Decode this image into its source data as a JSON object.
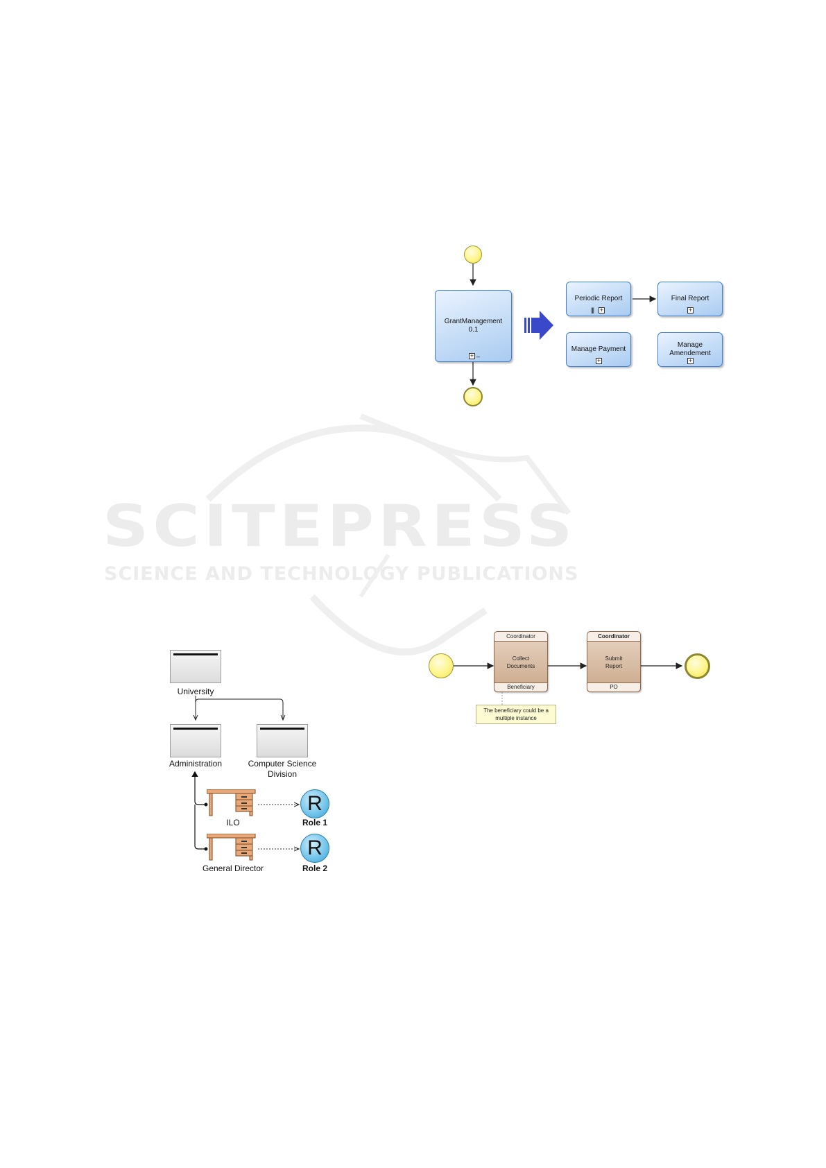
{
  "watermark": {
    "title": "SCITEPRESS",
    "subtitle": "SCIENCE AND TECHNOLOGY PUBLICATIONS"
  },
  "colors": {
    "task_border": "#3e7fd1",
    "arrow_blue": "#3a49c9",
    "event_yellow": "#fff58a",
    "role_task_brown": "#caa88a",
    "desk_orange": "#e9a877",
    "role_circle_blue": "#6fc3ea"
  },
  "grant_diagram": {
    "main_task": "GrantManagement 0.1",
    "tasks": [
      {
        "label": "Periodic Report",
        "markers": [
          "multi-instance",
          "collapsed"
        ]
      },
      {
        "label": "Final Report",
        "markers": [
          "collapsed"
        ]
      },
      {
        "label": "Manage Payment",
        "markers": [
          "collapsed"
        ]
      },
      {
        "label": "Manage Amendement",
        "markers": [
          "collapsed"
        ]
      }
    ],
    "icons": [
      "start-event",
      "end-event",
      "expand-arrow"
    ]
  },
  "org_diagram": {
    "units": [
      {
        "label": "University"
      },
      {
        "label": "Administration"
      },
      {
        "label": "Computer Science Division"
      }
    ],
    "positions": [
      {
        "label": "ILO",
        "role": "Role 1",
        "role_letter": "R"
      },
      {
        "label": "General Director",
        "role": "Role 2",
        "role_letter": "R"
      }
    ]
  },
  "process_diagram": {
    "tasks": [
      {
        "header": "Coordinator",
        "body": "Collect Documents",
        "footer": "Beneficiary"
      },
      {
        "header": "Coordinator",
        "body": "Submit Report",
        "footer": "PO"
      }
    ],
    "note": "The beneficiary could be a multiple instance"
  }
}
